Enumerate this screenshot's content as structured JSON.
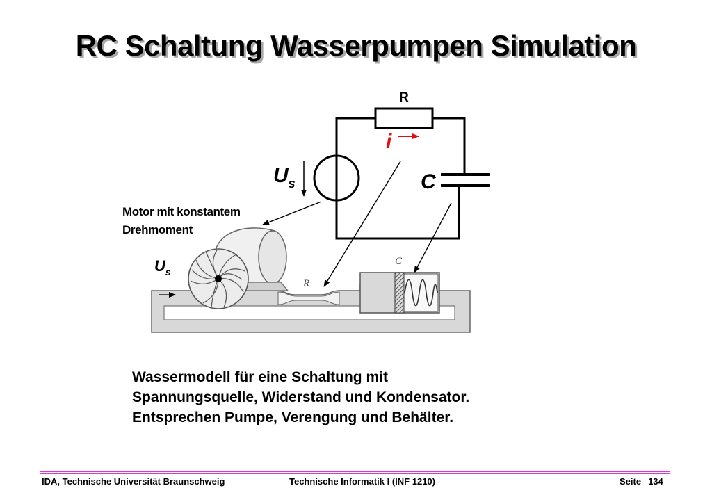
{
  "title": "RC Schaltung Wasserpumpen Simulation",
  "circuit": {
    "resistor_label": "R",
    "current_label": "i",
    "source_label_main": "U",
    "source_label_sub": "s",
    "capacitor_label": "C"
  },
  "water_model": {
    "motor_label_line1": "Motor mit konstantem",
    "motor_label_line2": "Drehmoment",
    "pump_label_main": "U",
    "pump_label_sub": "s",
    "restriction_label": "R",
    "container_label": "C"
  },
  "caption": {
    "line1": "Wassermodell für eine Schaltung mit",
    "line2": "Spannungsquelle, Widerstand und Kondensator.",
    "line3": "Entsprechen Pumpe, Verengung und Behälter."
  },
  "footer": {
    "left": "IDA, Technische Universität Braunschweig",
    "center": "Technische Informatik I (INF 1210)",
    "page_label": "Seite",
    "page_number": "134"
  },
  "colors": {
    "accent_line": "#e033e0",
    "current_red": "#e01010"
  }
}
